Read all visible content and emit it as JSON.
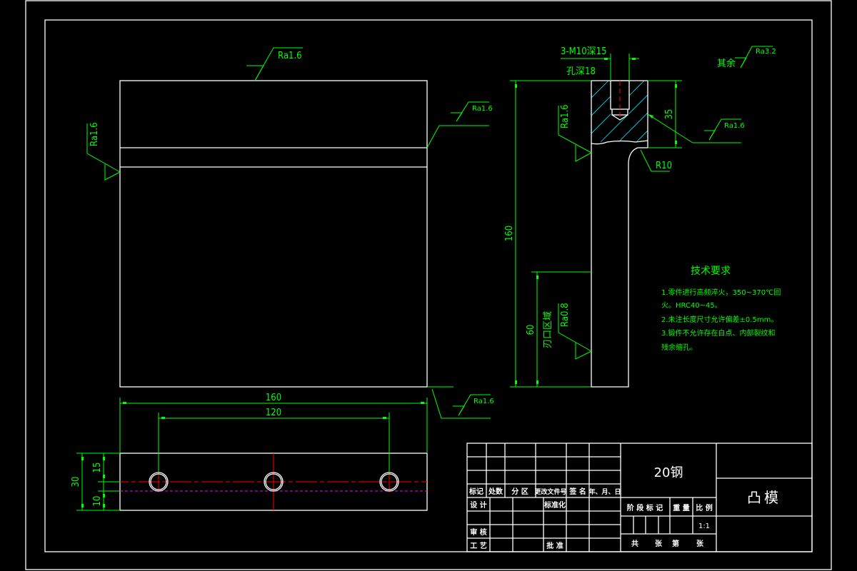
{
  "drawing": {
    "title": "凸模",
    "material": "20钢",
    "scale": "1:1"
  },
  "front_view": {
    "roughness_top": "Ra1.6",
    "roughness_left": "Ra1.6",
    "roughness_right": "Ra1.6",
    "roughness_bottom": "Ra1.6"
  },
  "bottom_view": {
    "dim_overall_width": "160",
    "dim_hole_spacing": "120",
    "dim_height": "30",
    "dim_hole_center": "15",
    "dim_bottom": "10"
  },
  "side_view": {
    "thread_note": "3-M10深15",
    "hole_depth_note": "孔深18",
    "roughness_other_prefix": "其余",
    "roughness_other": "Ra3.2",
    "roughness_head_left": "Ra1.6",
    "roughness_head_right": "Ra1.6",
    "radius": "R10",
    "dim_head": "35",
    "dim_total_height": "160",
    "dim_edge_zone": "60",
    "edge_zone_label": "刃口区域",
    "roughness_edge": "Ra0.8"
  },
  "tech_requirements": {
    "title": "技术要求",
    "lines": [
      "1.零件进行高频淬火，350~370℃回",
      "火。HRC40~45。",
      "2.未注长度尺寸允许偏差±0.5mm。",
      "3.锻件不允许存在白点、内部裂纹和",
      "残余缩孔。"
    ]
  },
  "title_block": {
    "headers": [
      "标记",
      "处数",
      "分 区",
      "更改文件号",
      "签 名",
      "年、月、日"
    ],
    "design": "设 计",
    "standardization": "标准化",
    "review": "审 核",
    "process": "工 艺",
    "approve": "批 准",
    "stage_mark": "阶 段 标 记",
    "weight": "重 量",
    "scale_label": "比 例",
    "sheets": [
      "共",
      "张",
      "第",
      "张"
    ]
  }
}
